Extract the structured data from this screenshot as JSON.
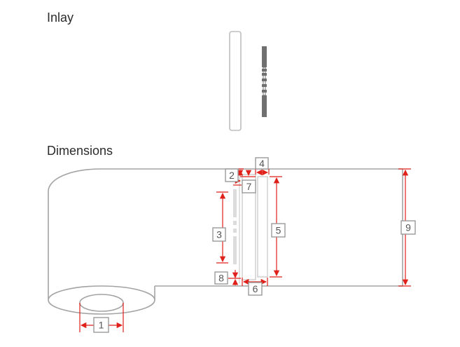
{
  "headings": {
    "inlay": "Inlay",
    "dimensions": "Dimensions"
  },
  "dimension_labels": [
    "1",
    "2",
    "3",
    "4",
    "5",
    "6",
    "7",
    "8",
    "9"
  ],
  "colors": {
    "dimension_line": "#e0201a",
    "outline": "#a3a3a3",
    "antenna": "#6e6e6e",
    "label_border": "#9a9a9a",
    "text": "#2b2b2b"
  }
}
